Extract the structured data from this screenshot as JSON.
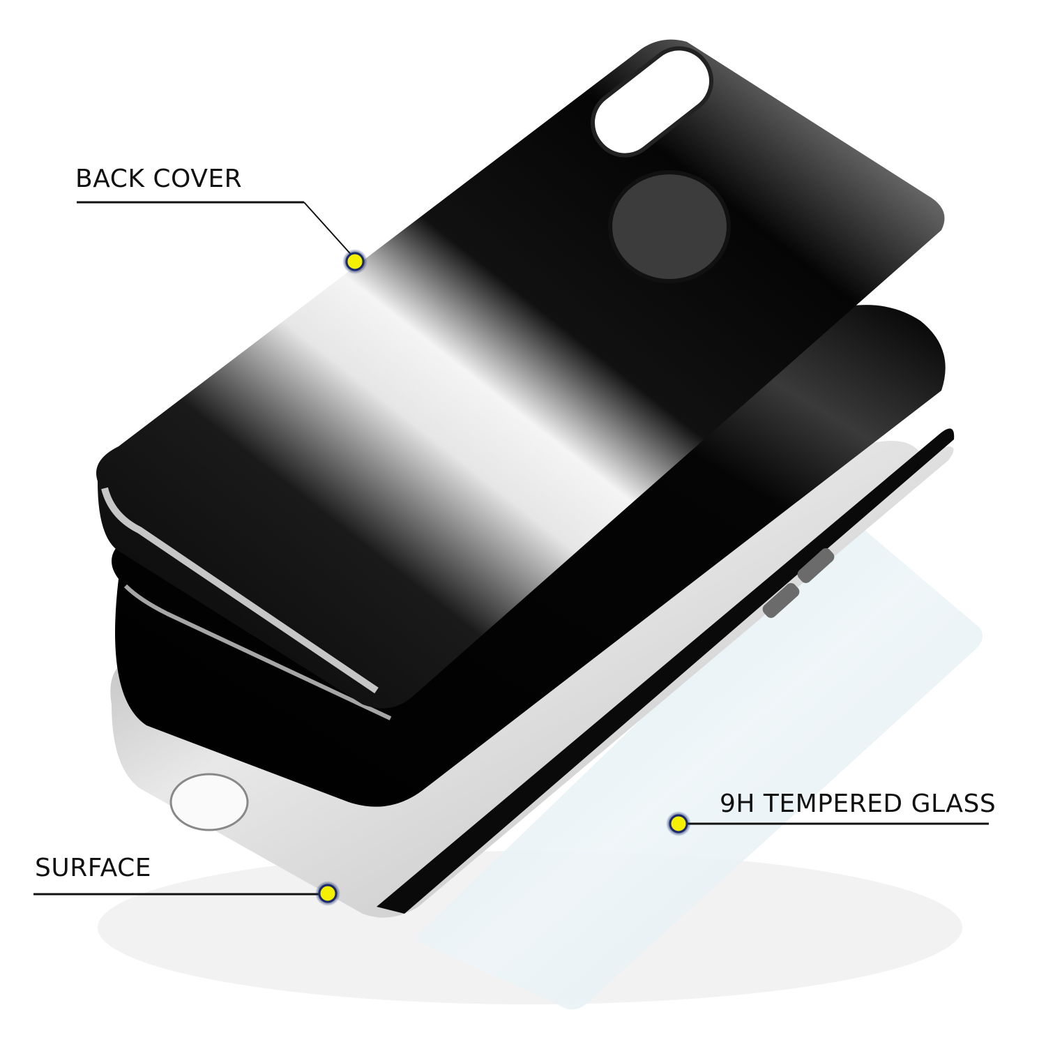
{
  "image": {
    "description": "Exploded view of a 360-degree phone case",
    "background": "#ffffff"
  },
  "callouts": [
    {
      "id": "back-cover",
      "label": "BACK COVER",
      "marker_color": "#f5f000",
      "marker_ring": "#1a2a6c"
    },
    {
      "id": "tempered-glass",
      "label": "9H TEMPERED GLASS",
      "marker_color": "#f5f000",
      "marker_ring": "#1a2a6c"
    },
    {
      "id": "surface",
      "label": "SURFACE",
      "marker_color": "#f5f000",
      "marker_ring": "#1a2a6c"
    }
  ],
  "colors": {
    "case_black": "#050505",
    "case_highlight": "#d8d8d8",
    "glass_tint": "#dcebf2",
    "leader_line": "#111111"
  }
}
